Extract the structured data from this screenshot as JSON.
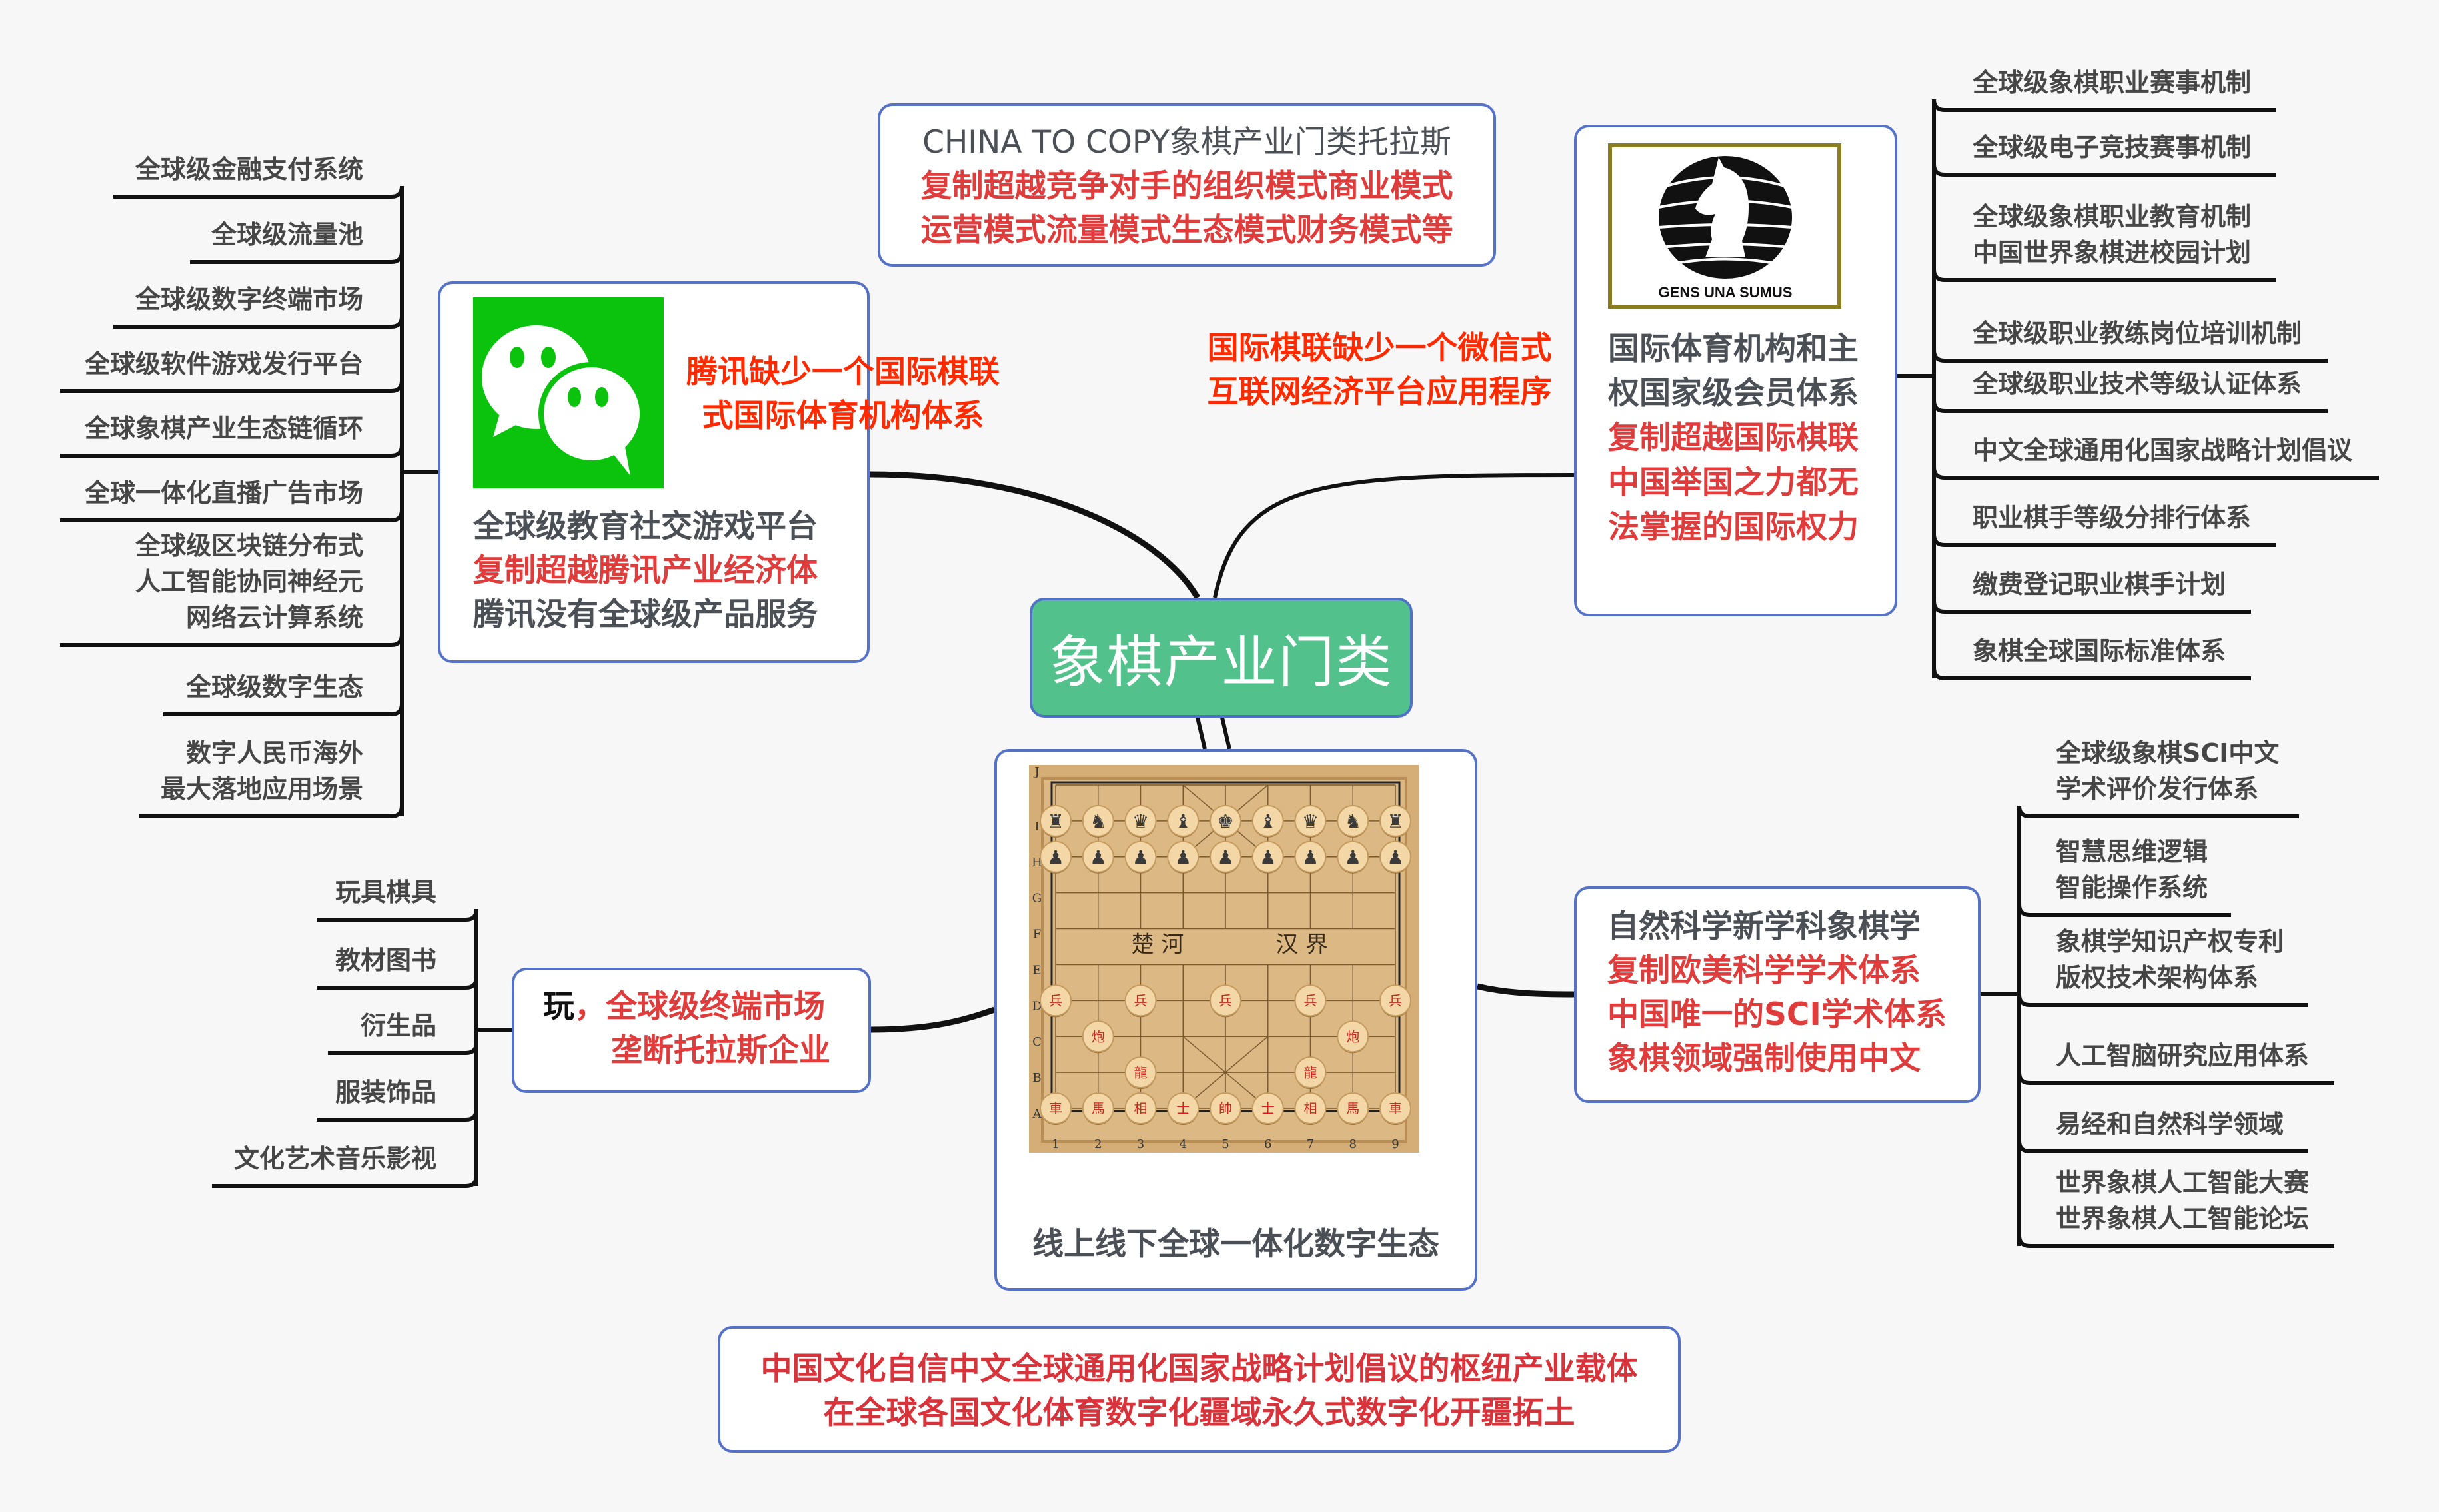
{
  "root": {
    "label": "象棋产业门类"
  },
  "top_box": {
    "lines": [
      {
        "text": "CHINA TO COPY象棋产业门类托拉斯",
        "color": "gray"
      },
      {
        "text": "复制超越竞争对手的组织模式商业模式",
        "color": "red"
      },
      {
        "text": "运营模式流量模式生态模式财务模式等",
        "color": "red"
      }
    ]
  },
  "wechat_box": {
    "icon": "wechat-logo-icon",
    "lines": [
      {
        "text": "全球级教育社交游戏平台",
        "color": "gray"
      },
      {
        "text": "复制超越腾讯产业经济体",
        "color": "red"
      },
      {
        "text": "腾讯没有全球级产品服务",
        "color": "gray"
      }
    ],
    "annotation": [
      "腾讯缺少一个国际棋联",
      "式国际体育机构体系"
    ]
  },
  "wechat_children": [
    {
      "lines": [
        "全球级金融支付系统"
      ]
    },
    {
      "lines": [
        "全球级流量池"
      ]
    },
    {
      "lines": [
        "全球级数字终端市场"
      ]
    },
    {
      "lines": [
        "全球级软件游戏发行平台"
      ]
    },
    {
      "lines": [
        "全球象棋产业生态链循环"
      ]
    },
    {
      "lines": [
        "全球一体化直播广告市场"
      ]
    },
    {
      "lines": [
        "全球级区块链分布式",
        "人工智能协同神经元",
        "网络云计算系统"
      ]
    },
    {
      "lines": [
        "全球级数字生态"
      ]
    },
    {
      "lines": [
        "数字人民币海外",
        "最大落地应用场景"
      ]
    }
  ],
  "fide_box": {
    "logo": {
      "icon": "fide-logo-icon",
      "title": "FIDE",
      "motto": "GENS UNA SUMUS",
      "frame_color": "#8a7d22"
    },
    "lines": [
      {
        "text": "国际体育机构和主",
        "color": "gray"
      },
      {
        "text": "权国家级会员体系",
        "color": "gray"
      },
      {
        "text": "复制超越国际棋联",
        "color": "red"
      },
      {
        "text": "中国举国之力都无",
        "color": "red"
      },
      {
        "text": "法掌握的国际权力",
        "color": "red"
      }
    ],
    "annotation": [
      "国际棋联缺少一个微信式",
      "互联网经济平台应用程序"
    ]
  },
  "fide_children": [
    {
      "lines": [
        "全球级象棋职业赛事机制"
      ]
    },
    {
      "lines": [
        "全球级电子竞技赛事机制"
      ]
    },
    {
      "lines": [
        "全球级象棋职业教育机制",
        "中国世界象棋进校园计划"
      ]
    },
    {
      "lines": [
        "全球级职业教练岗位培训机制"
      ]
    },
    {
      "lines": [
        "全球级职业技术等级认证体系"
      ]
    },
    {
      "lines": [
        "中文全球通用化国家战略计划倡议"
      ]
    },
    {
      "lines": [
        "职业棋手等级分排行体系"
      ]
    },
    {
      "lines": [
        "缴费登记职业棋手计划"
      ]
    },
    {
      "lines": [
        "象棋全球国际标准体系"
      ]
    }
  ],
  "board_box": {
    "caption": "线上线下全球一体化数字生态",
    "board": {
      "row_labels": [
        "J",
        "I",
        "H",
        "G",
        "F",
        "E",
        "D",
        "C",
        "B",
        "A"
      ],
      "col_labels": [
        "1",
        "2",
        "3",
        "4",
        "5",
        "6",
        "7",
        "8",
        "9"
      ],
      "river_left": "楚 河",
      "river_right": "汉 界",
      "western_back_row": [
        "♜",
        "♞",
        "♛",
        "♝",
        "♚",
        "♝",
        "♛",
        "♞",
        "♜"
      ],
      "western_pawn_row": [
        "♟",
        "♟",
        "♟",
        "♟",
        "♟",
        "♟",
        "♟",
        "♟",
        "♟"
      ],
      "red_soldiers": [
        "兵",
        "兵",
        "兵",
        "兵",
        "兵"
      ],
      "red_cannons": [
        "炮",
        "炮"
      ],
      "red_b_row": [
        "龍",
        "龍"
      ],
      "red_back_row": [
        "車",
        "馬",
        "相",
        "士",
        "帥",
        "士",
        "相",
        "馬",
        "車"
      ]
    }
  },
  "play_box": {
    "prefix": "玩",
    "comma": "，",
    "lines": [
      "全球级终端市场",
      "垄断托拉斯企业"
    ]
  },
  "play_children": [
    {
      "lines": [
        "玩具棋具"
      ]
    },
    {
      "lines": [
        "教材图书"
      ]
    },
    {
      "lines": [
        "衍生品"
      ]
    },
    {
      "lines": [
        "服装饰品"
      ]
    },
    {
      "lines": [
        "文化艺术音乐影视"
      ]
    }
  ],
  "science_box": {
    "lines": [
      {
        "text": "自然科学新学科象棋学",
        "color": "gray"
      },
      {
        "text": "复制欧美科学学术体系",
        "color": "red"
      },
      {
        "text": "中国唯一的SCI学术体系",
        "color": "red"
      },
      {
        "text": "象棋领域强制使用中文",
        "color": "red"
      }
    ]
  },
  "science_children": [
    {
      "lines": [
        "全球级象棋SCI中文",
        "学术评价发行体系"
      ]
    },
    {
      "lines": [
        "智慧思维逻辑",
        "智能操作系统"
      ]
    },
    {
      "lines": [
        "象棋学知识产权专利",
        "版权技术架构体系"
      ]
    },
    {
      "lines": [
        "人工智脑研究应用体系"
      ]
    },
    {
      "lines": [
        "易经和自然科学领域"
      ]
    },
    {
      "lines": [
        "世界象棋人工智能大赛",
        "世界象棋人工智能论坛"
      ]
    }
  ],
  "bottom_box": {
    "lines": [
      "中国文化自信中文全球通用化国家战略计划倡议的枢纽产业载体",
      "在全球各国文化体育数字化疆域永久式数字化开疆拓土"
    ]
  },
  "colors": {
    "root_fill": "#52c18c",
    "box_border": "#5572c8",
    "text_gray": "#4b4f56",
    "text_red": "#e03c3c",
    "annotation_red": "#ff2a00",
    "wechat_green": "#0bc20d",
    "board_wood": "#d8b27c"
  }
}
